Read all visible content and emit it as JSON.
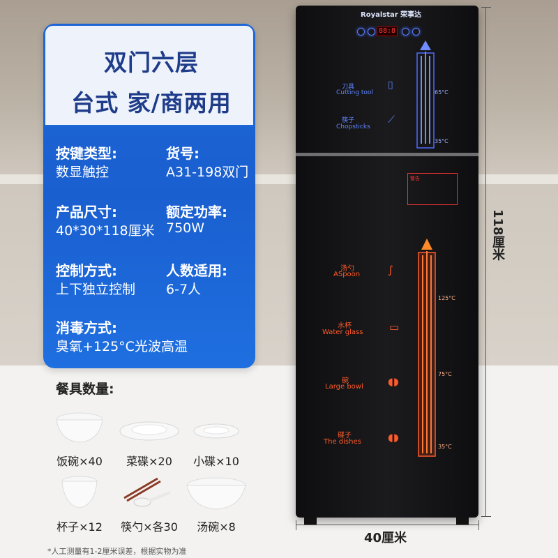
{
  "spec_card": {
    "title_line1": "双门六层",
    "title_line2": "台式  家/商两用",
    "specs": [
      {
        "label": "按键类型:",
        "value": "数显触控"
      },
      {
        "label": "货号:",
        "value": "A31-198双门"
      },
      {
        "label": "产品尺寸:",
        "value": "40*30*118厘米"
      },
      {
        "label": "额定功率:",
        "value": "750W"
      },
      {
        "label": "控制方式:",
        "value": "上下独立控制"
      },
      {
        "label": "人数适用:",
        "value": "6-7人"
      },
      {
        "label": "消毒方式:",
        "value": "臭氧+125°C光波高温"
      }
    ]
  },
  "tableware": {
    "title": "餐具数量:",
    "items": [
      {
        "label": "饭碗×40",
        "icon": "rice-bowl-icon"
      },
      {
        "label": "菜碟×20",
        "icon": "plate-icon"
      },
      {
        "label": "小碟×10",
        "icon": "small-plate-icon"
      },
      {
        "label": "杯子×12",
        "icon": "cup-icon"
      },
      {
        "label": "筷勺×各30",
        "icon": "chopsticks-spoon-icon"
      },
      {
        "label": "汤碗×8",
        "icon": "soup-bowl-icon"
      }
    ]
  },
  "product": {
    "brand": "Royalstar 荣事达",
    "display": "88:8",
    "upper": {
      "items": [
        {
          "cn": "刀具",
          "en": "Cutting tool",
          "icon": "knife-icon"
        },
        {
          "cn": "筷子",
          "en": "Chopsticks",
          "icon": "chopsticks-icon"
        }
      ],
      "temps": [
        "65°C",
        "35°C"
      ]
    },
    "lower": {
      "items": [
        {
          "cn": "汤勺",
          "en": "ASpoon",
          "icon": "ladle-icon"
        },
        {
          "cn": "水杯",
          "en": "Water glass",
          "icon": "glass-icon"
        },
        {
          "cn": "碗",
          "en": "Large bowl",
          "icon": "bowl-icon"
        },
        {
          "cn": "碟子",
          "en": "The dishes",
          "icon": "dish-icon"
        }
      ],
      "temps": [
        "125°C",
        "75°C",
        "35°C"
      ]
    },
    "warning": "警告"
  },
  "dimensions": {
    "height": "118厘米",
    "width": "40厘米"
  },
  "footnote": "*人工测量有1-2厘米误差，根据实物为准",
  "colors": {
    "card_blue": "#1d66d6",
    "title_navy": "#1f3c8a",
    "upper_glow": "#5f86ff",
    "lower_glow": "#ff5a2a"
  }
}
